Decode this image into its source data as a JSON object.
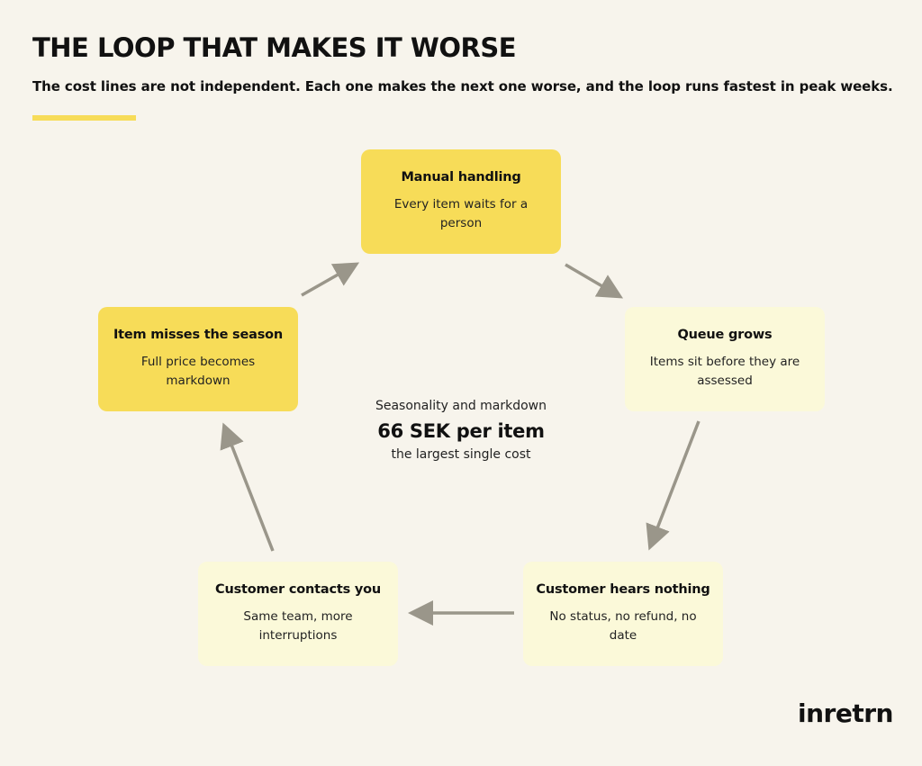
{
  "header": {
    "title": "THE LOOP THAT MAKES IT WORSE",
    "subtitle": "The cost lines are not independent. Each one makes the next one worse, and the loop runs fastest in peak weeks."
  },
  "nodes": {
    "manual": {
      "title": "Manual handling",
      "desc": "Every item waits for a person"
    },
    "queue": {
      "title": "Queue grows",
      "desc": "Items sit before they are assessed"
    },
    "hears": {
      "title": "Customer hears nothing",
      "desc": "No status, no refund, no date"
    },
    "contacts": {
      "title": "Customer contacts you",
      "desc": "Same team, more interruptions"
    },
    "misses": {
      "title": "Item misses the season",
      "desc": "Full price becomes markdown"
    }
  },
  "center": {
    "label": "Seasonality and markdown",
    "value": "66 SEK per item",
    "caption": "the largest single cost"
  },
  "brand": {
    "logo": "inretrn"
  },
  "colors": {
    "background": "#f7f4ec",
    "accent": "#f7dc58",
    "light_node": "#fbf9d9",
    "arrow": "#9a968a"
  }
}
